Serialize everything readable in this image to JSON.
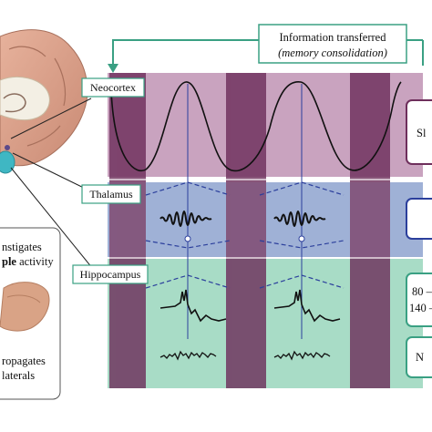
{
  "info_box": {
    "line1": "Information transferred",
    "line2": "(memory consolidation)"
  },
  "region_labels": {
    "neocortex": "Neocortex",
    "thalamus": "Thalamus",
    "hippocampus": "Hippocampus"
  },
  "left_panel": {
    "instigates_line1": "nstigates",
    "instigates_line2_bold": "ple",
    "instigates_line2_rest": " activity",
    "propagates_line1": "ropagates",
    "propagates_line2": "laterals"
  },
  "right_panels": {
    "neocortex_text": "Sl",
    "hippocampus_line1": "80 –",
    "hippocampus_line2": "140 –",
    "bottom_text": "N"
  },
  "colors": {
    "neocortex_band": "#c9a3bf",
    "thalamus_band": "#9fb1d6",
    "hippocampus_band": "#a8dcc6",
    "upstate_column": "#6e2f5c",
    "label_border": "#3aa083"
  }
}
